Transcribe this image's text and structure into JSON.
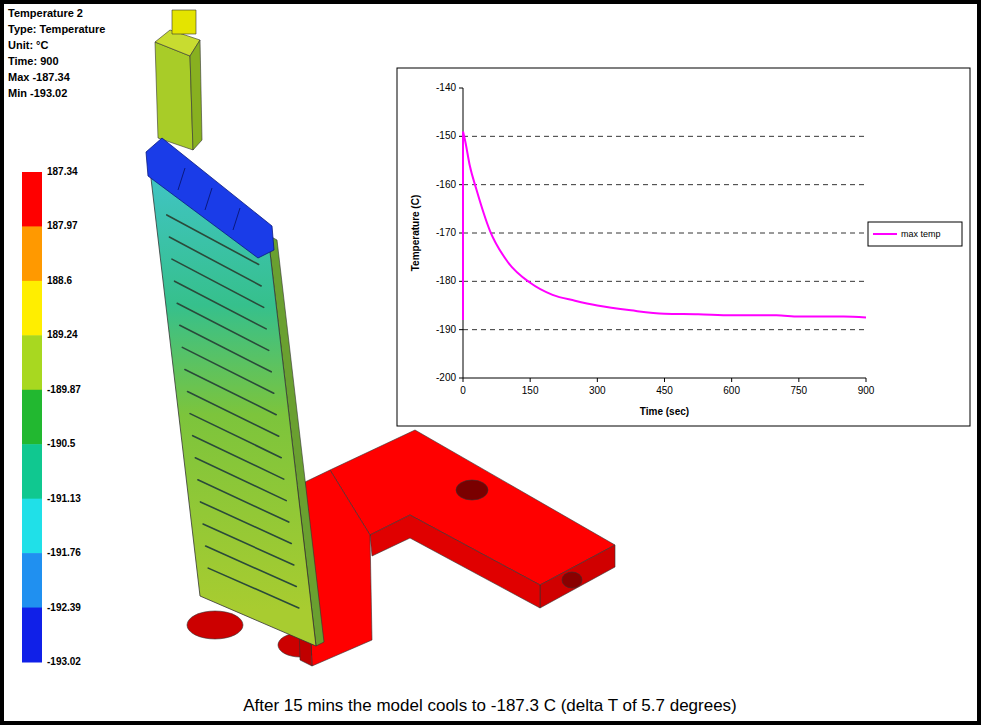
{
  "diagram": {
    "title": "Temperature 2",
    "caption": "After 15 mins the model cools to -187.3 C (delta T of 5.7 degrees)",
    "labels": [
      "Type: Temperature",
      "Unit: °C",
      "Time: 900",
      "Max -187.34",
      "Min -193.02",
      "187.34",
      "187.97",
      "188.6",
      "189.24",
      "-189.87",
      "-190.5",
      "-191.13",
      "-191.76",
      "-192.39",
      "-193.02",
      "-140",
      "-150",
      "-160",
      "-170",
      "-180",
      "-190",
      "-200",
      "0",
      "150",
      "300",
      "450",
      "600",
      "750",
      "900",
      "Temperature (C)",
      "Time (sec)"
    ],
    "legend": [
      {
        "text": "max temp"
      }
    ]
  }
}
